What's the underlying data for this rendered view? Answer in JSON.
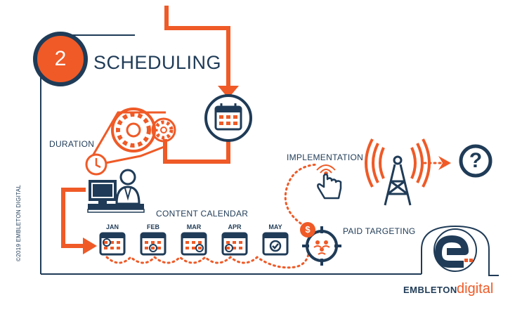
{
  "step": {
    "number": "2",
    "title": "SCHEDULING"
  },
  "labels": {
    "duration": "DURATION",
    "content_calendar": "CONTENT CALENDAR",
    "implementation": "IMPLEMENTATION",
    "paid_targeting": "PAID TARGETING"
  },
  "months": [
    "JAN",
    "FEB",
    "MAR",
    "APR",
    "MAY"
  ],
  "copyright": "©2019 EMBLETON DIGITAL",
  "brand": {
    "name": "EMBLETON",
    "accent": "digital"
  },
  "question_mark": "?",
  "dollar_sign": "$",
  "colors": {
    "navy": "#1f3b57",
    "orange": "#ef5a27",
    "white": "#ffffff"
  },
  "icons": [
    "calendar-icon",
    "gears-icon",
    "clock-icon",
    "desktop-user-icon",
    "hand-tap-icon",
    "antenna-tower-icon",
    "question-icon",
    "target-crosshair-icon",
    "dollar-icon",
    "embleton-logo-icon",
    "checkmark-icon"
  ]
}
